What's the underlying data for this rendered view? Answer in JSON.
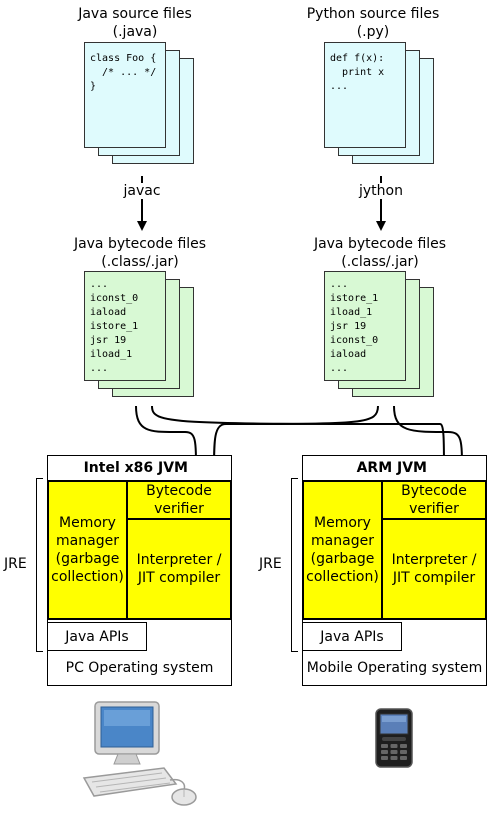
{
  "java_source": {
    "title_line1": "Java source files",
    "title_line2": "(.java)",
    "code": "class Foo {\n  /* ... */\n}"
  },
  "python_source": {
    "title_line1": "Python source files",
    "title_line2": "(.py)",
    "code": "def f(x):\n  print x\n..."
  },
  "javac_label": "javac",
  "jython_label": "jython",
  "java_bytecode": {
    "title_line1": "Java bytecode files",
    "title_line2": "(.class/.jar)",
    "code": "...\niconst_0\niaload\nistore_1\njsr 19\niload_1\n..."
  },
  "python_bytecode": {
    "title_line1": "Java bytecode files",
    "title_line2": "(.class/.jar)",
    "code": "...\nistore_1\niload_1\njsr 19\niconst_0\niaload\n..."
  },
  "pc": {
    "jvm_title": "Intel x86 JVM",
    "memory_manager": "Memory manager (garbage collection)",
    "bytecode_verifier": "Bytecode verifier",
    "interpreter": "Interpreter / JIT compiler",
    "java_apis": "Java APIs",
    "os": "PC Operating system",
    "jre": "JRE"
  },
  "mobile": {
    "jvm_title": "ARM JVM",
    "memory_manager": "Memory manager (garbage collection)",
    "bytecode_verifier": "Bytecode verifier",
    "interpreter": "Interpreter / JIT compiler",
    "java_apis": "Java APIs",
    "os": "Mobile Operating system",
    "jre": "JRE"
  },
  "colors": {
    "source_page": "#dffbfd",
    "bytecode_page": "#d8f9d4",
    "jvm_component": "#ffff00"
  }
}
